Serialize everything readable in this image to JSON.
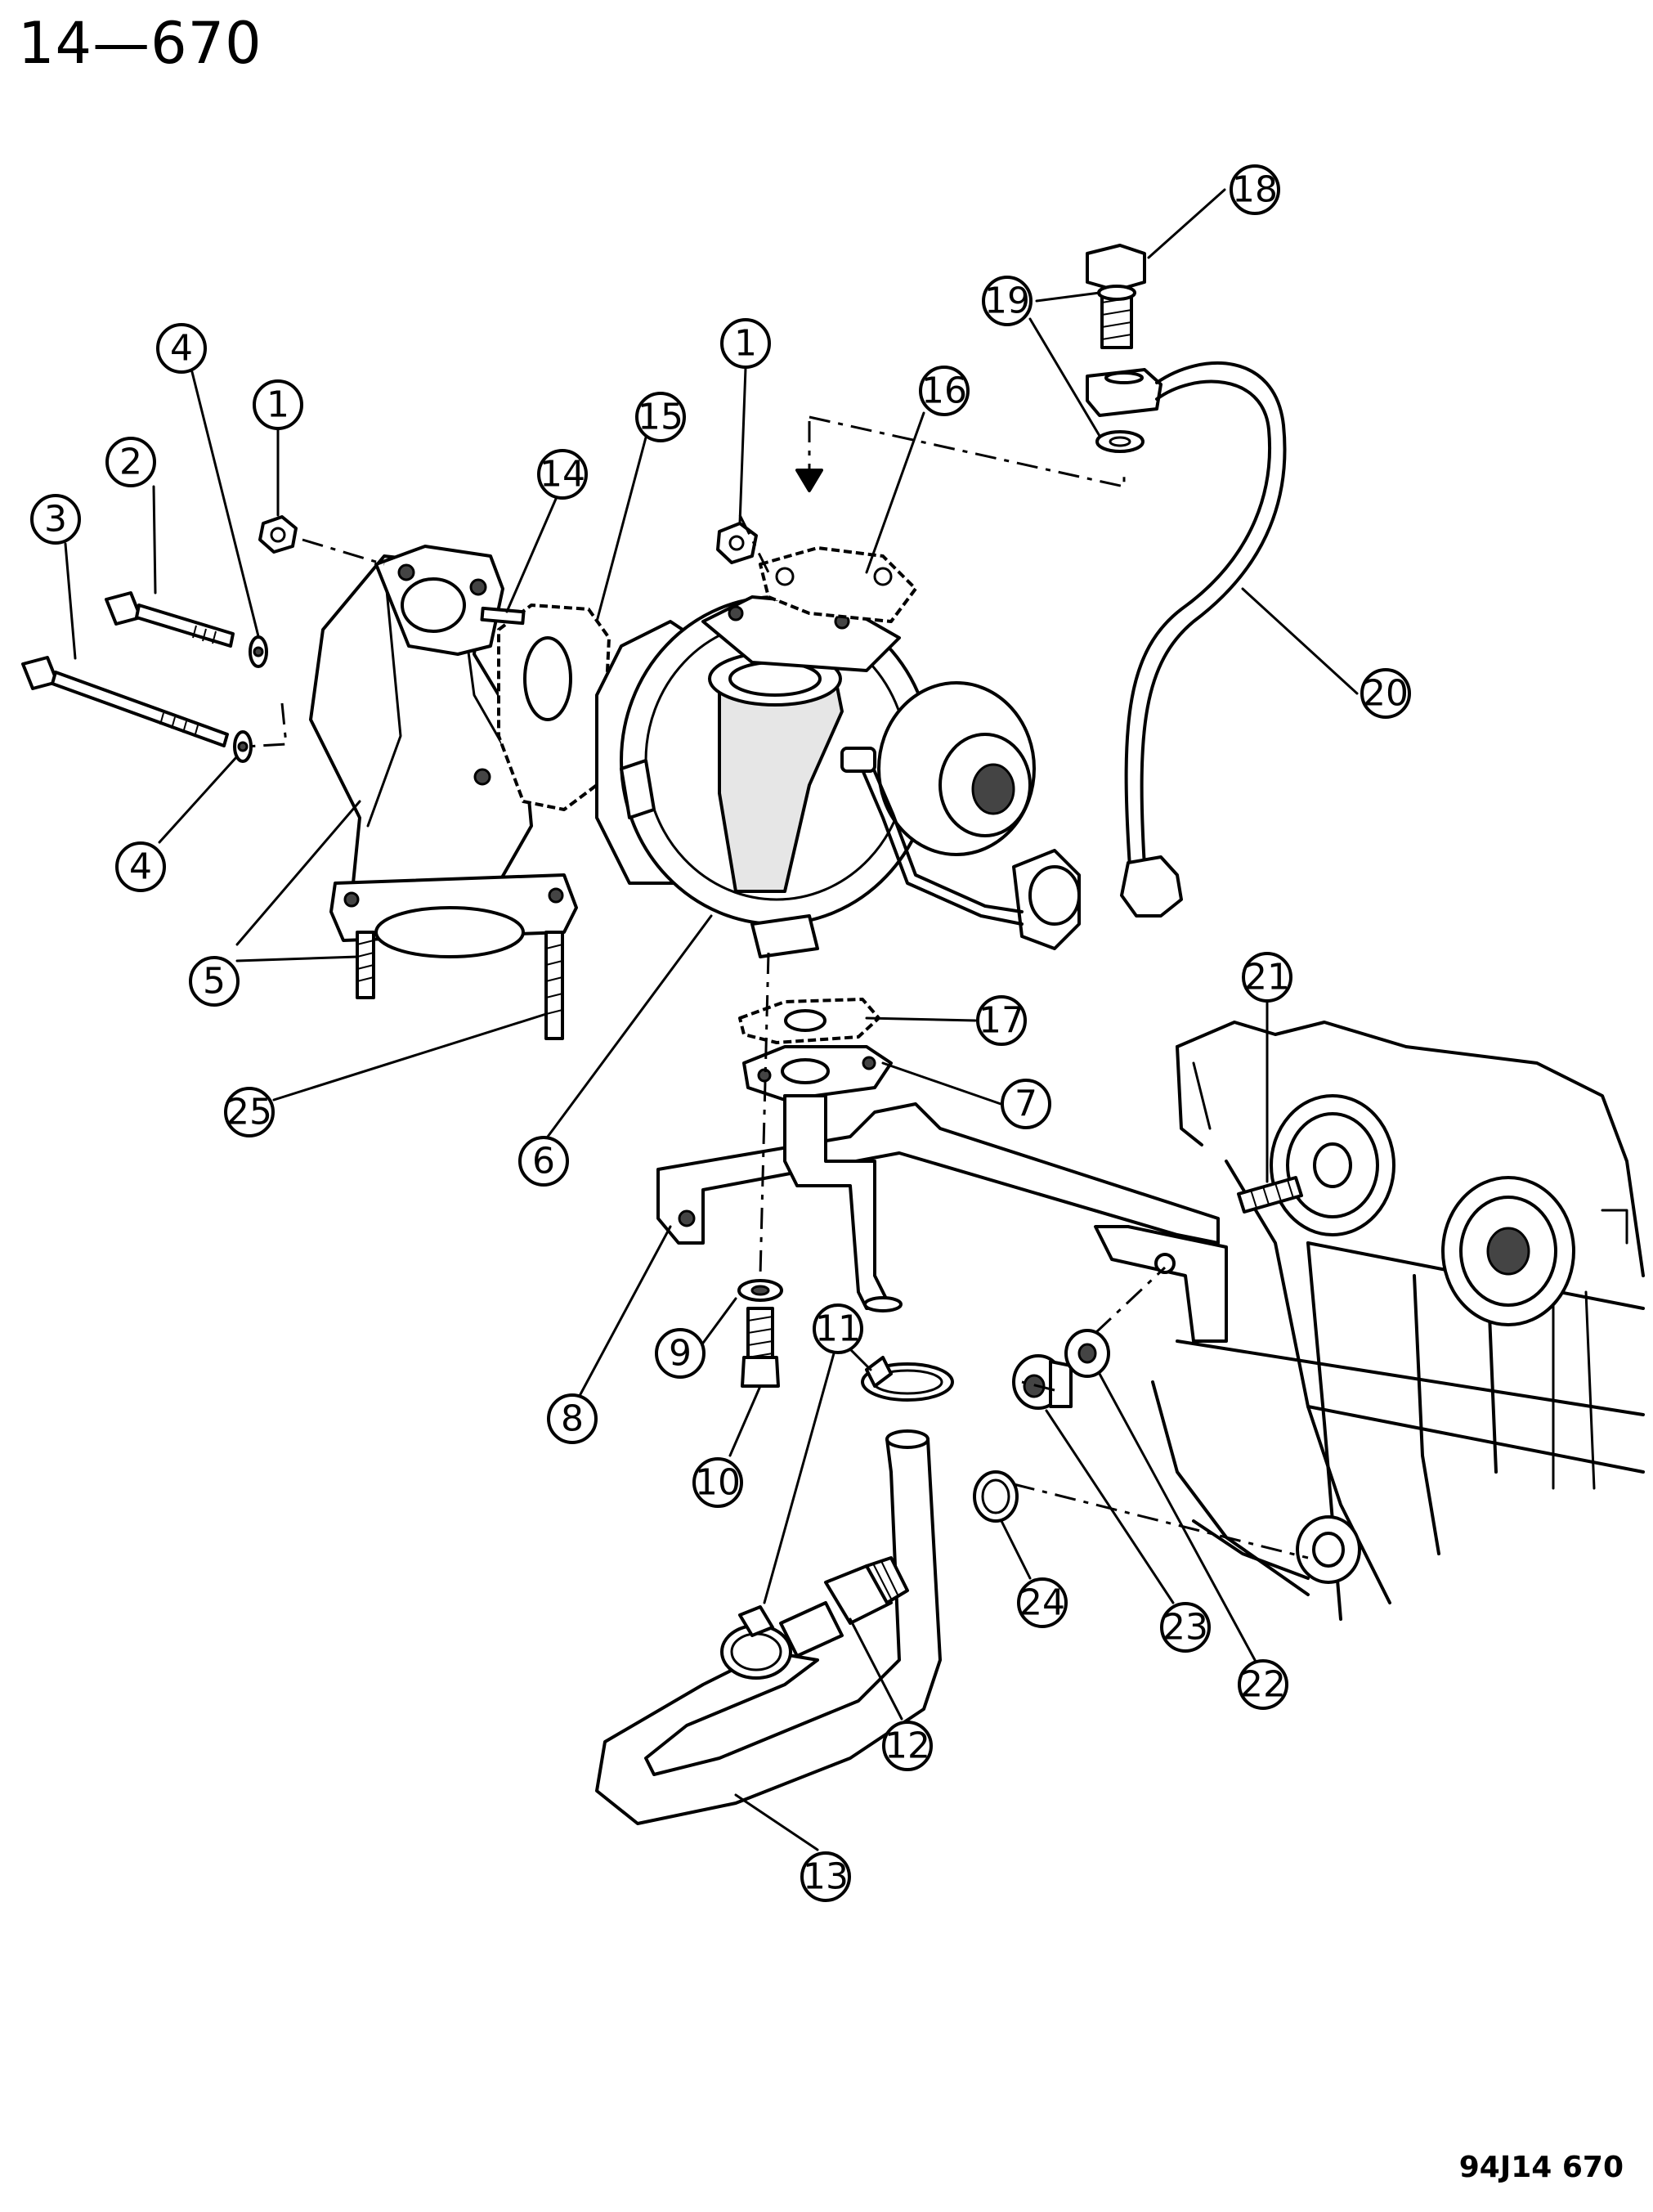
{
  "page_code": "14—670",
  "figure_code": "94J14 670",
  "callouts": [
    {
      "id": "c1a",
      "label": "1"
    },
    {
      "id": "c2",
      "label": "2"
    },
    {
      "id": "c3",
      "label": "3"
    },
    {
      "id": "c4a",
      "label": "4"
    },
    {
      "id": "c4b",
      "label": "4"
    },
    {
      "id": "c5",
      "label": "5"
    },
    {
      "id": "c25",
      "label": "25"
    },
    {
      "id": "c14",
      "label": "14"
    },
    {
      "id": "c15",
      "label": "15"
    },
    {
      "id": "c1b",
      "label": "1"
    },
    {
      "id": "c16",
      "label": "16"
    },
    {
      "id": "c18",
      "label": "18"
    },
    {
      "id": "c19",
      "label": "19"
    },
    {
      "id": "c20",
      "label": "20"
    },
    {
      "id": "c6",
      "label": "6"
    },
    {
      "id": "c17",
      "label": "17"
    },
    {
      "id": "c7",
      "label": "7"
    },
    {
      "id": "c21",
      "label": "21"
    },
    {
      "id": "c8",
      "label": "8"
    },
    {
      "id": "c9",
      "label": "9"
    },
    {
      "id": "c10",
      "label": "10"
    },
    {
      "id": "c11",
      "label": "11"
    },
    {
      "id": "c12",
      "label": "12"
    },
    {
      "id": "c13",
      "label": "13"
    },
    {
      "id": "c24",
      "label": "24"
    },
    {
      "id": "c23",
      "label": "23"
    },
    {
      "id": "c22",
      "label": "22"
    }
  ]
}
